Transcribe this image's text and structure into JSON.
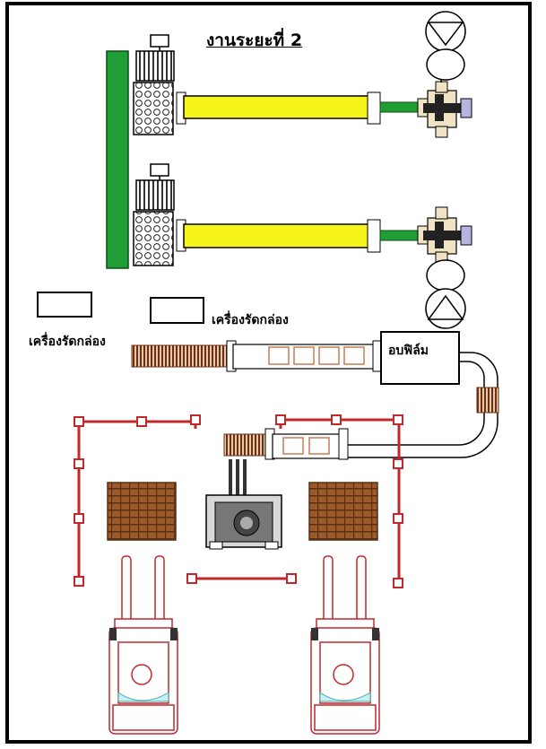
{
  "title": "งานระยะที่ 2",
  "labels": {
    "strapping_machine_left": "เครื่องรัดกล่อง",
    "strapping_machine_right": "เครื่องรัดกล่อง",
    "film_shrink": "อบฟิล์ม"
  },
  "colors": {
    "border": "#000000",
    "green": "#1f9e35",
    "yellow": "#f6f41a",
    "fence": "#c0282c",
    "pallet": "#8a4a1e",
    "roller": "#7a3b1a",
    "machine_tan": "#efe3c4",
    "lavender": "#b8b4e0"
  }
}
